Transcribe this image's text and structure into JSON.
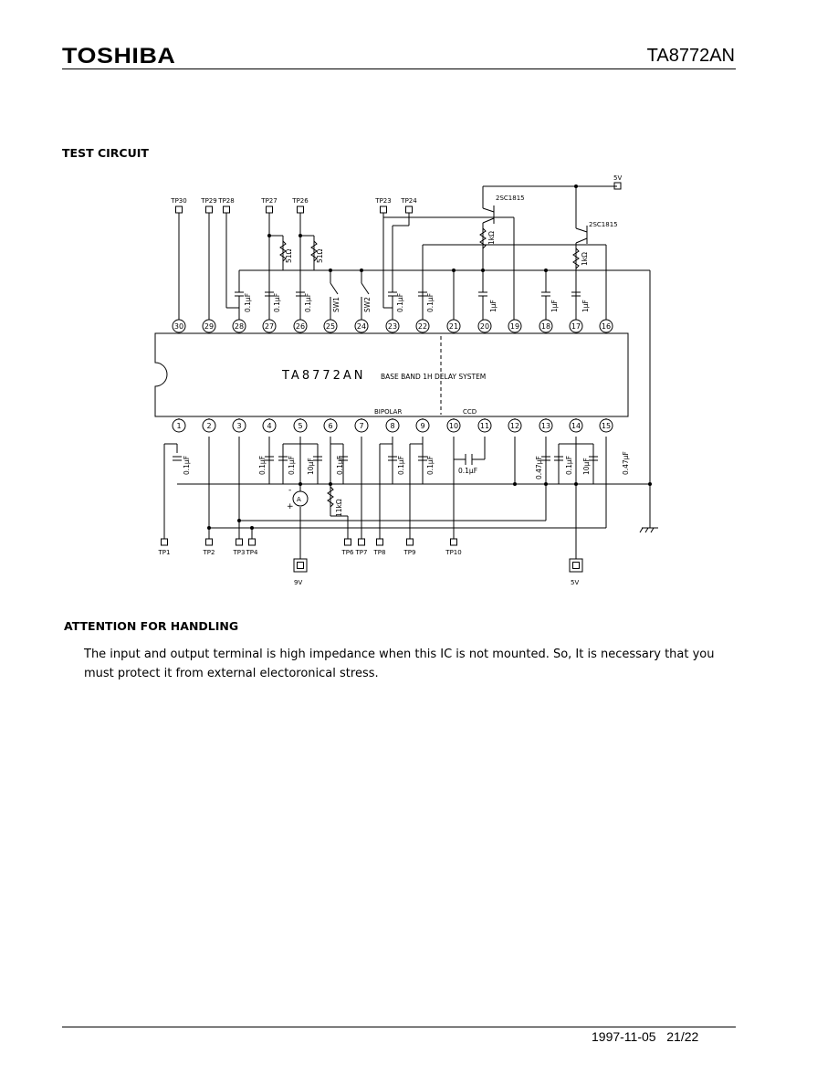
{
  "header": {
    "brand": "TOSHIBA",
    "part_number": "TA8772AN"
  },
  "sections": {
    "test_circuit_title": "TEST CIRCUIT",
    "attention_title": "ATTENTION FOR HANDLING",
    "attention_body": "The input and output terminal is high impedance when this IC is not mounted. So, It is necessary that you must protect it from external electoronical stress."
  },
  "circuit": {
    "ic_name": "TA8772AN",
    "ic_description": "BASE BAND 1H DELAY SYSTEM",
    "bipolar_label": "BIPOLAR",
    "ccd_label": "CCD",
    "top_pins": [
      "30",
      "29",
      "28",
      "27",
      "26",
      "25",
      "24",
      "23",
      "22",
      "21",
      "20",
      "19",
      "18",
      "17",
      "16"
    ],
    "bottom_pins": [
      "1",
      "2",
      "3",
      "4",
      "5",
      "6",
      "7",
      "8",
      "9",
      "10",
      "11",
      "12",
      "13",
      "14",
      "15"
    ],
    "top_test_points": [
      "TP30",
      "TP29",
      "TP28",
      "TP27",
      "TP26",
      "TP23",
      "TP24"
    ],
    "bottom_test_points": [
      "TP1",
      "TP2",
      "TP3",
      "TP4",
      "TP6",
      "TP7",
      "TP8",
      "TP9",
      "TP10"
    ],
    "transistor_1": "2SC1815",
    "transistor_2": "2SC1815",
    "supply_top": "5V",
    "supply_left": "9V",
    "supply_right": "5V",
    "switch_1": "SW1",
    "switch_2": "SW2",
    "ammeter": "A",
    "comp": {
      "r51a": "51Ω",
      "r51b": "51Ω",
      "r1ka": "1kΩ",
      "r1kb": "1kΩ",
      "r11k": "11kΩ",
      "c28": "0.1μF",
      "c27": "0.1μF",
      "c26": "0.1μF",
      "c23": "0.1μF",
      "c22": "0.1μF",
      "c20": "1μF",
      "c18": "1μF",
      "c17": "1μF",
      "c1": "0.1μF",
      "c4": "0.1μF",
      "c5a": "0.1μF",
      "c5b": "10μF",
      "c6": "0.1μF",
      "c8": "0.1μF",
      "c9": "0.1μF",
      "c10": "0.1μF",
      "c13": "0.47μF",
      "c14a": "0.1μF",
      "c14b": "10μF",
      "c15": "0.47μF"
    }
  },
  "footer": {
    "date": "1997-11-05",
    "page": "21/22"
  }
}
